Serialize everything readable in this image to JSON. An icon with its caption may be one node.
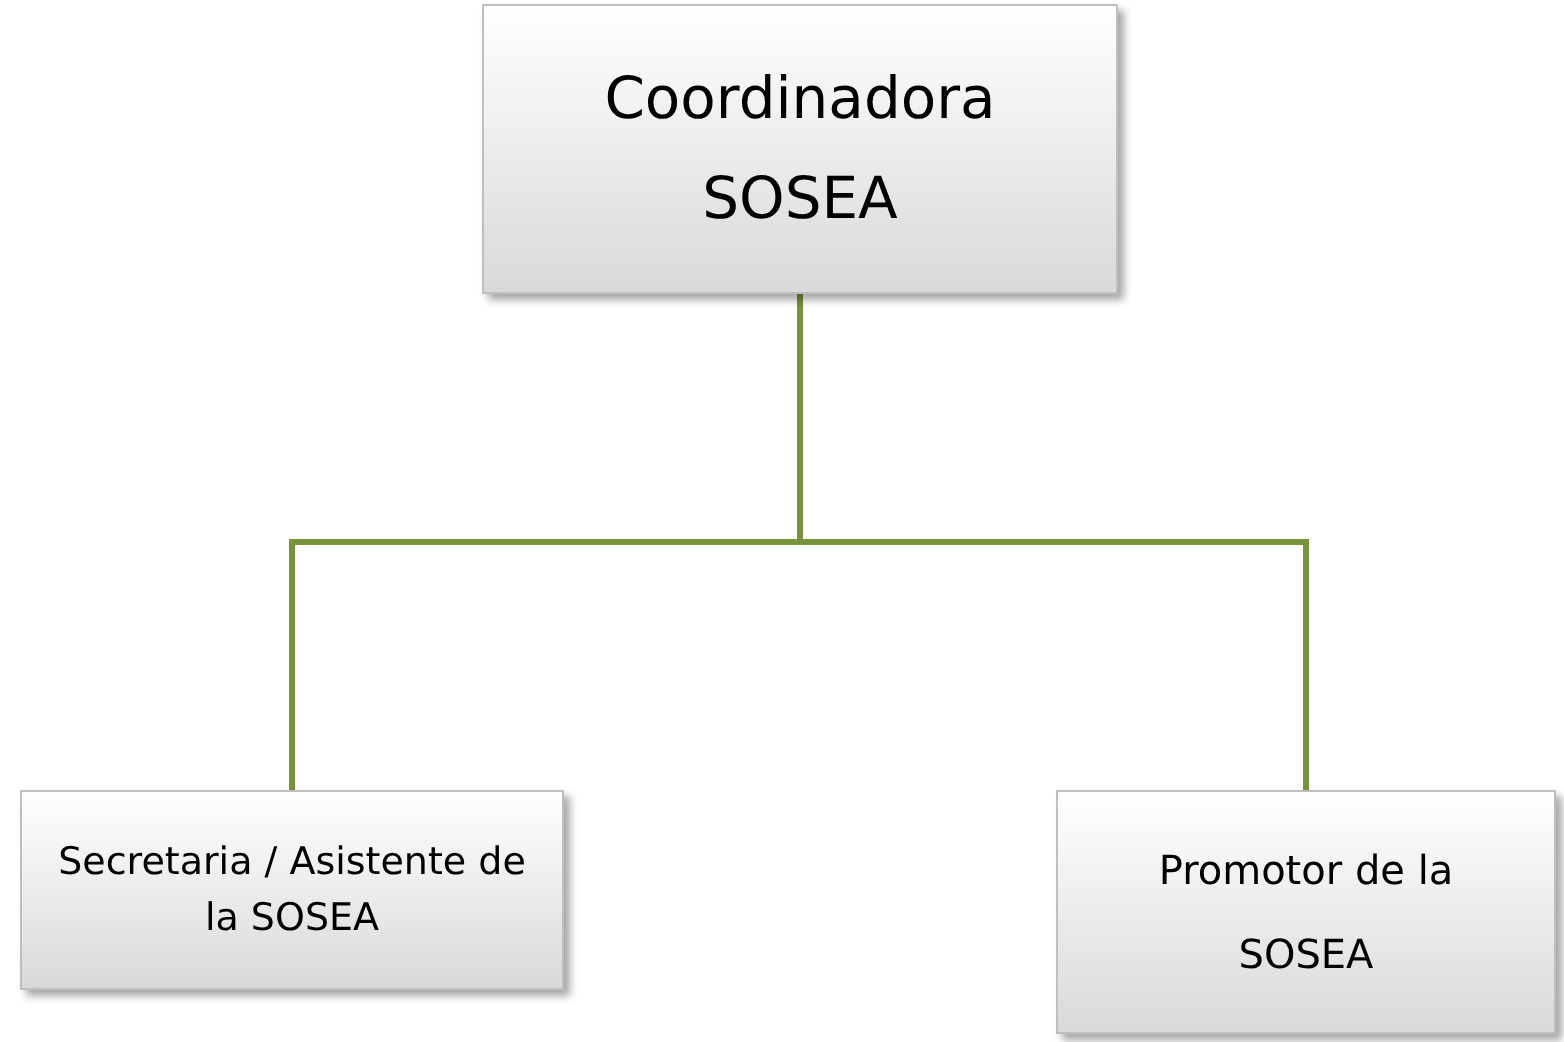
{
  "diagram": {
    "nodes": [
      {
        "text": [
          "Coordinadora SOSEA"
        ]
      },
      {
        "text": [
          "Secretaria / Asistente de la SOSEA"
        ]
      },
      {
        "text": [
          "Promotor de la SOSEA"
        ]
      }
    ],
    "edges": [
      {
        "from": 0,
        "to": 1,
        "arrow": "none"
      },
      {
        "from": 0,
        "to": 2,
        "arrow": "none"
      }
    ]
  }
}
